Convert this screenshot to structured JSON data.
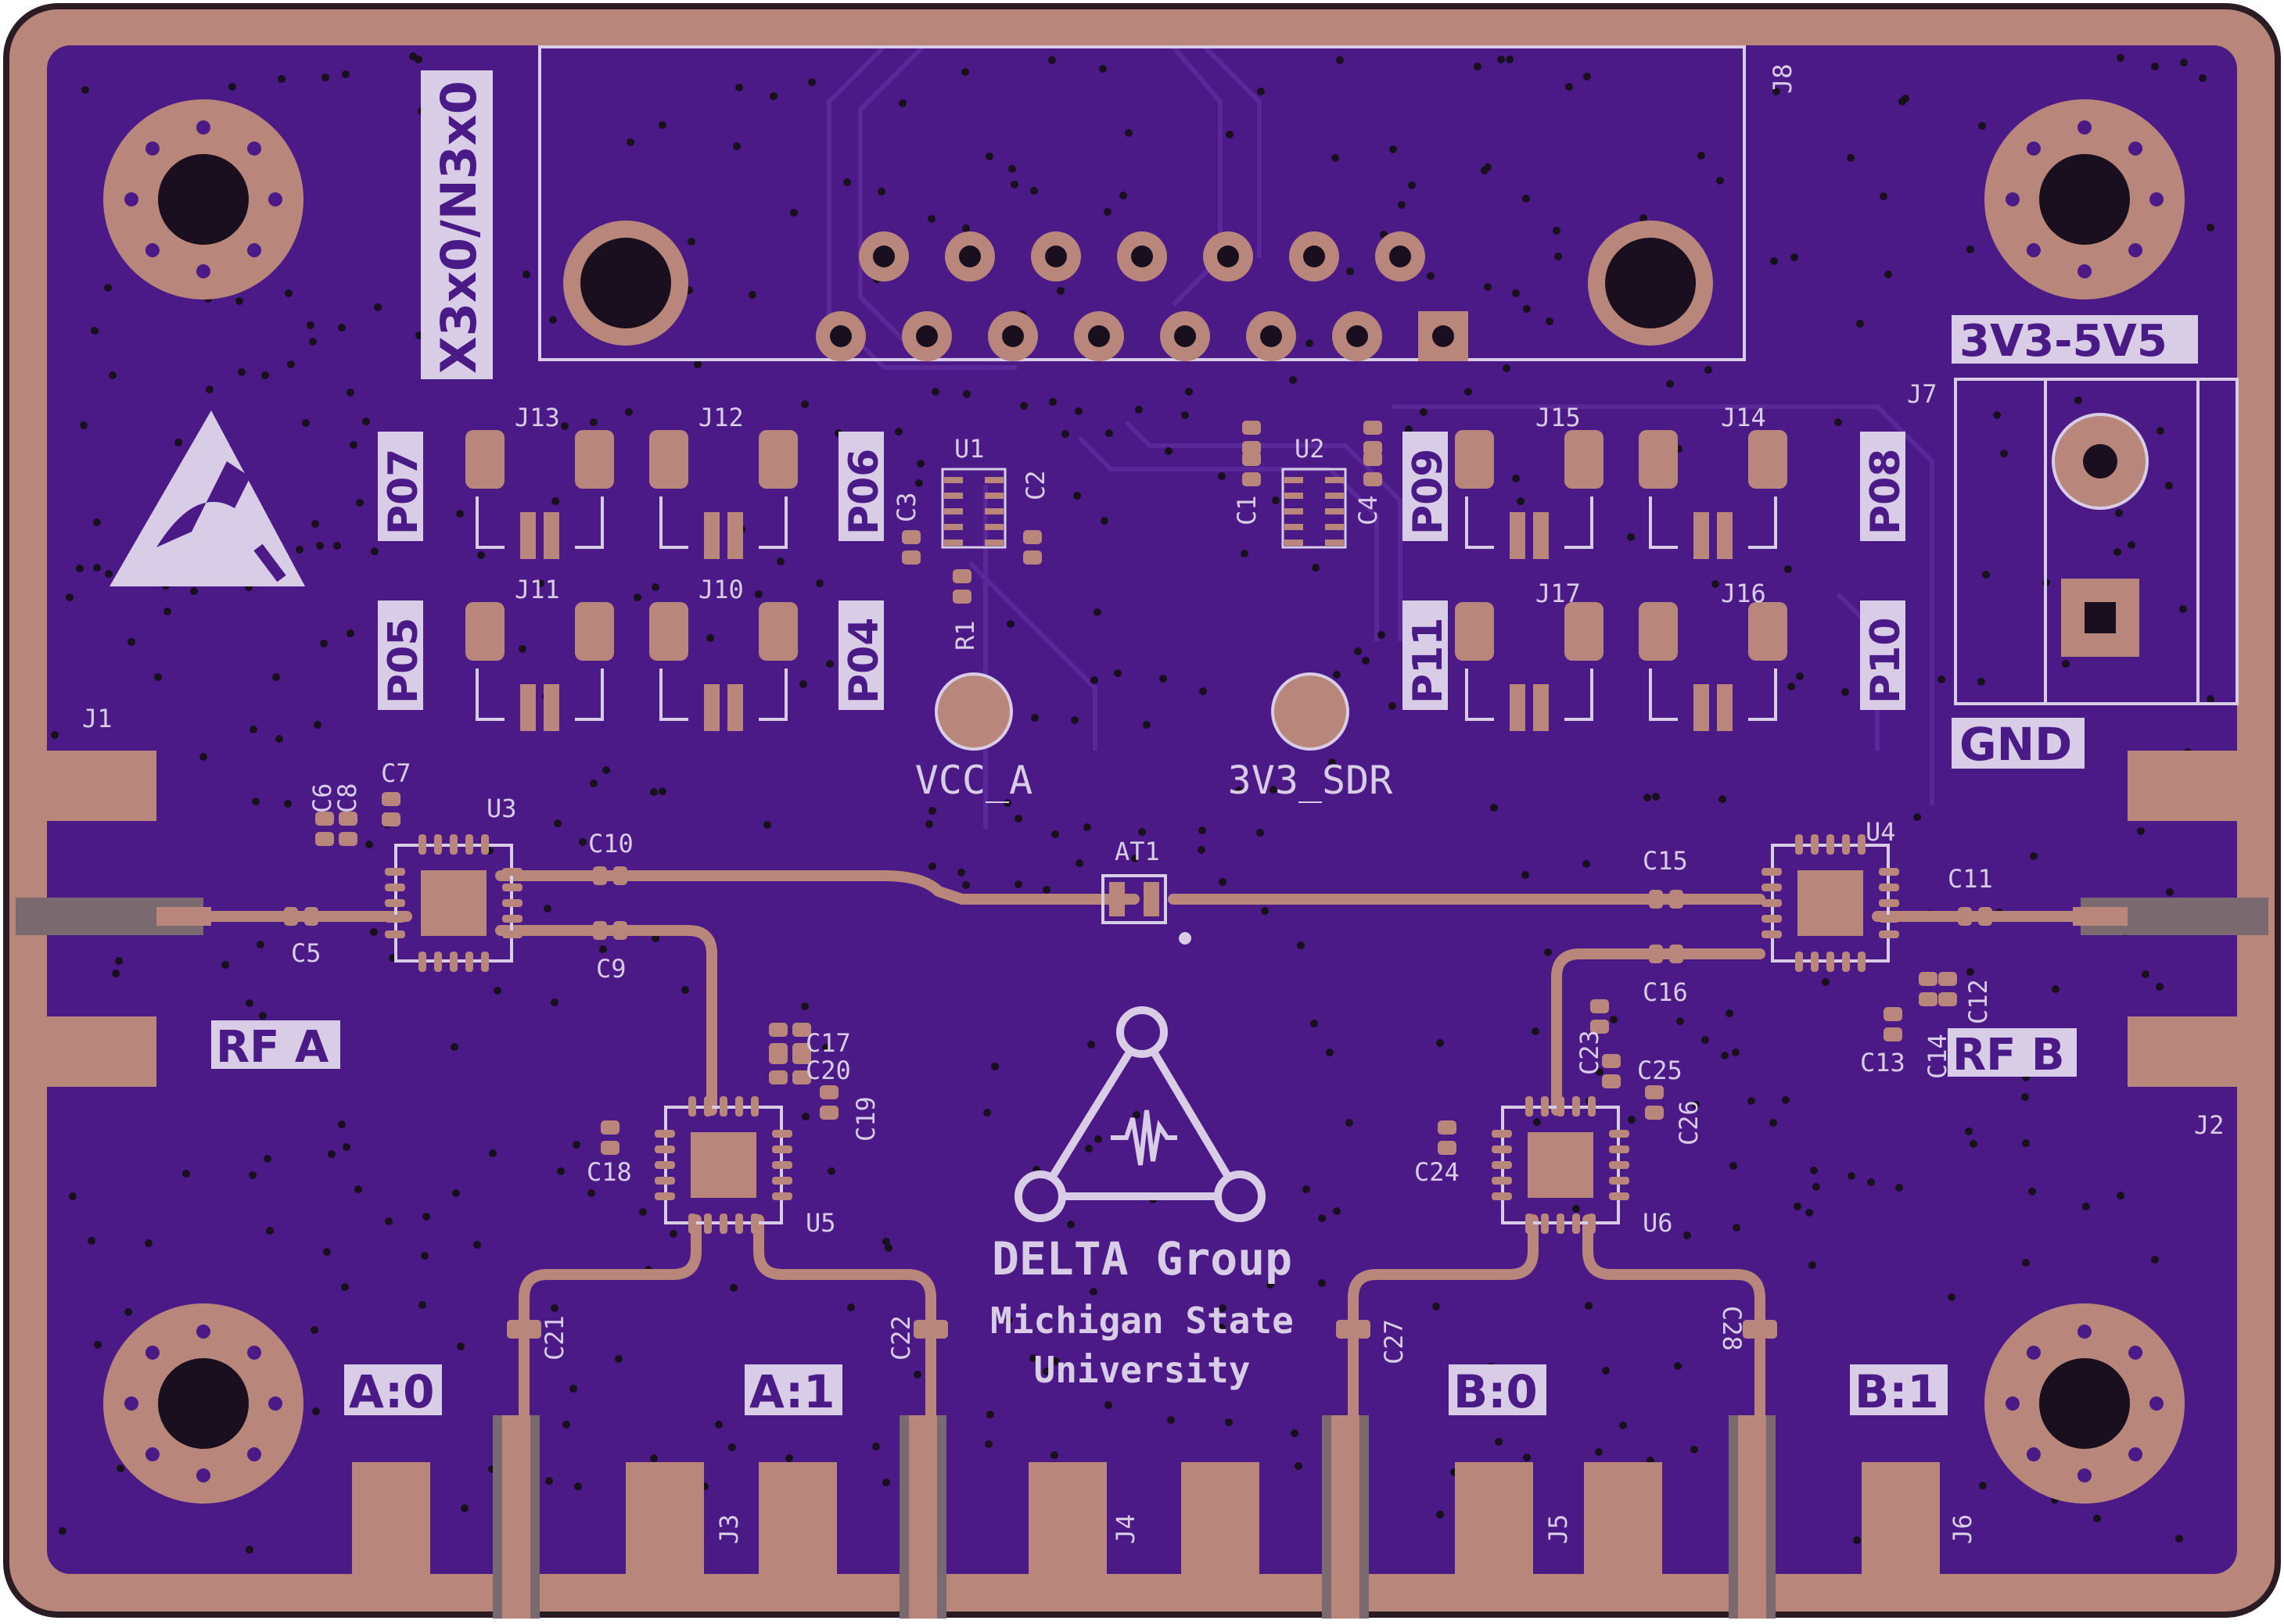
{
  "board": {
    "pcb_color": "#4b1a87",
    "copper_color": "#b8867a",
    "silk_color": "#d9cce6",
    "edge_color": "#2b1c24",
    "logo": {
      "title": "DELTA Group",
      "line1": "Michigan State",
      "line2": "University"
    },
    "labels": {
      "x3x0": "X3x0/N3x0",
      "power": "3V3-5V5",
      "gnd": "GND",
      "rf_a": "RF A",
      "rf_b": "RF B",
      "a0": "A:0",
      "a1": "A:1",
      "b0": "B:0",
      "b1": "B:1",
      "p07": "P07",
      "p06": "P06",
      "p05": "P05",
      "p04": "P04",
      "p09": "P09",
      "p08": "P08",
      "p11": "P11",
      "p10": "P10",
      "vcc_a": "VCC_A",
      "v3v3_sdr": "3V3_SDR"
    },
    "refdes": {
      "j1": "J1",
      "j2": "J2",
      "j3": "J3",
      "j4": "J4",
      "j5": "J5",
      "j6": "J6",
      "j7": "J7",
      "j8": "J8",
      "j10": "J10",
      "j11": "J11",
      "j12": "J12",
      "j13": "J13",
      "j14": "J14",
      "j15": "J15",
      "j16": "J16",
      "j17": "J17",
      "u1": "U1",
      "u2": "U2",
      "u3": "U3",
      "u4": "U4",
      "u5": "U5",
      "u6": "U6",
      "r1": "R1",
      "at1": "AT1",
      "c1": "C1",
      "c2": "C2",
      "c3": "C3",
      "c4": "C4",
      "c5": "C5",
      "c6": "C6",
      "c7": "C7",
      "c8": "C8",
      "c9": "C9",
      "c10": "C10",
      "c11": "C11",
      "c12": "C12",
      "c13": "C13",
      "c14": "C14",
      "c15": "C15",
      "c16": "C16",
      "c17": "C17",
      "c18": "C18",
      "c19": "C19",
      "c20": "C20",
      "c21": "C21",
      "c22": "C22",
      "c23": "C23",
      "c24": "C24",
      "c25": "C25",
      "c26": "C26",
      "c27": "C27",
      "c28": "C28"
    }
  }
}
